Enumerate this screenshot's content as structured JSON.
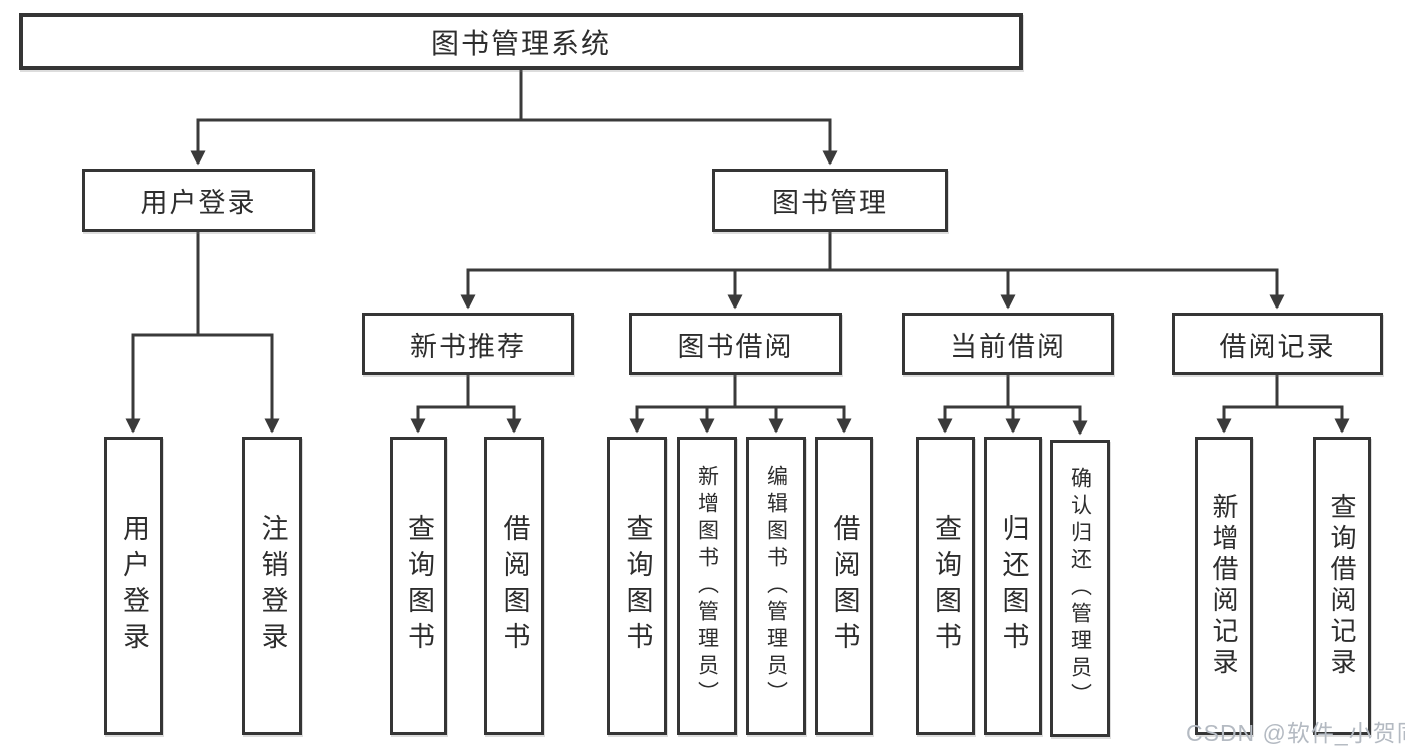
{
  "tree": {
    "label": "图书管理系统",
    "children": [
      {
        "label": "用户登录",
        "children": [
          {
            "label": "用户登录"
          },
          {
            "label": "注销登录"
          }
        ]
      },
      {
        "label": "图书管理",
        "children": [
          {
            "label": "新书推荐",
            "children": [
              {
                "label": "查询图书"
              },
              {
                "label": "借阅图书"
              }
            ]
          },
          {
            "label": "图书借阅",
            "children": [
              {
                "label": "查询图书"
              },
              {
                "label": "新增图书（管理员）"
              },
              {
                "label": "编辑图书（管理员）"
              },
              {
                "label": "借阅图书"
              }
            ]
          },
          {
            "label": "当前借阅",
            "children": [
              {
                "label": "查询图书"
              },
              {
                "label": "归还图书"
              },
              {
                "label": "确认归还（管理员）"
              }
            ]
          },
          {
            "label": "借阅记录",
            "children": [
              {
                "label": "新增借阅记录"
              },
              {
                "label": "查询借阅记录"
              }
            ]
          }
        ]
      }
    ]
  },
  "watermark": "CSDN @软件_小贺同学",
  "colors": {
    "line": "#3a3a3a",
    "box_border": "#353535",
    "text": "#2d2d2d",
    "background": "#ffffff",
    "watermark": "#b4bac2"
  }
}
